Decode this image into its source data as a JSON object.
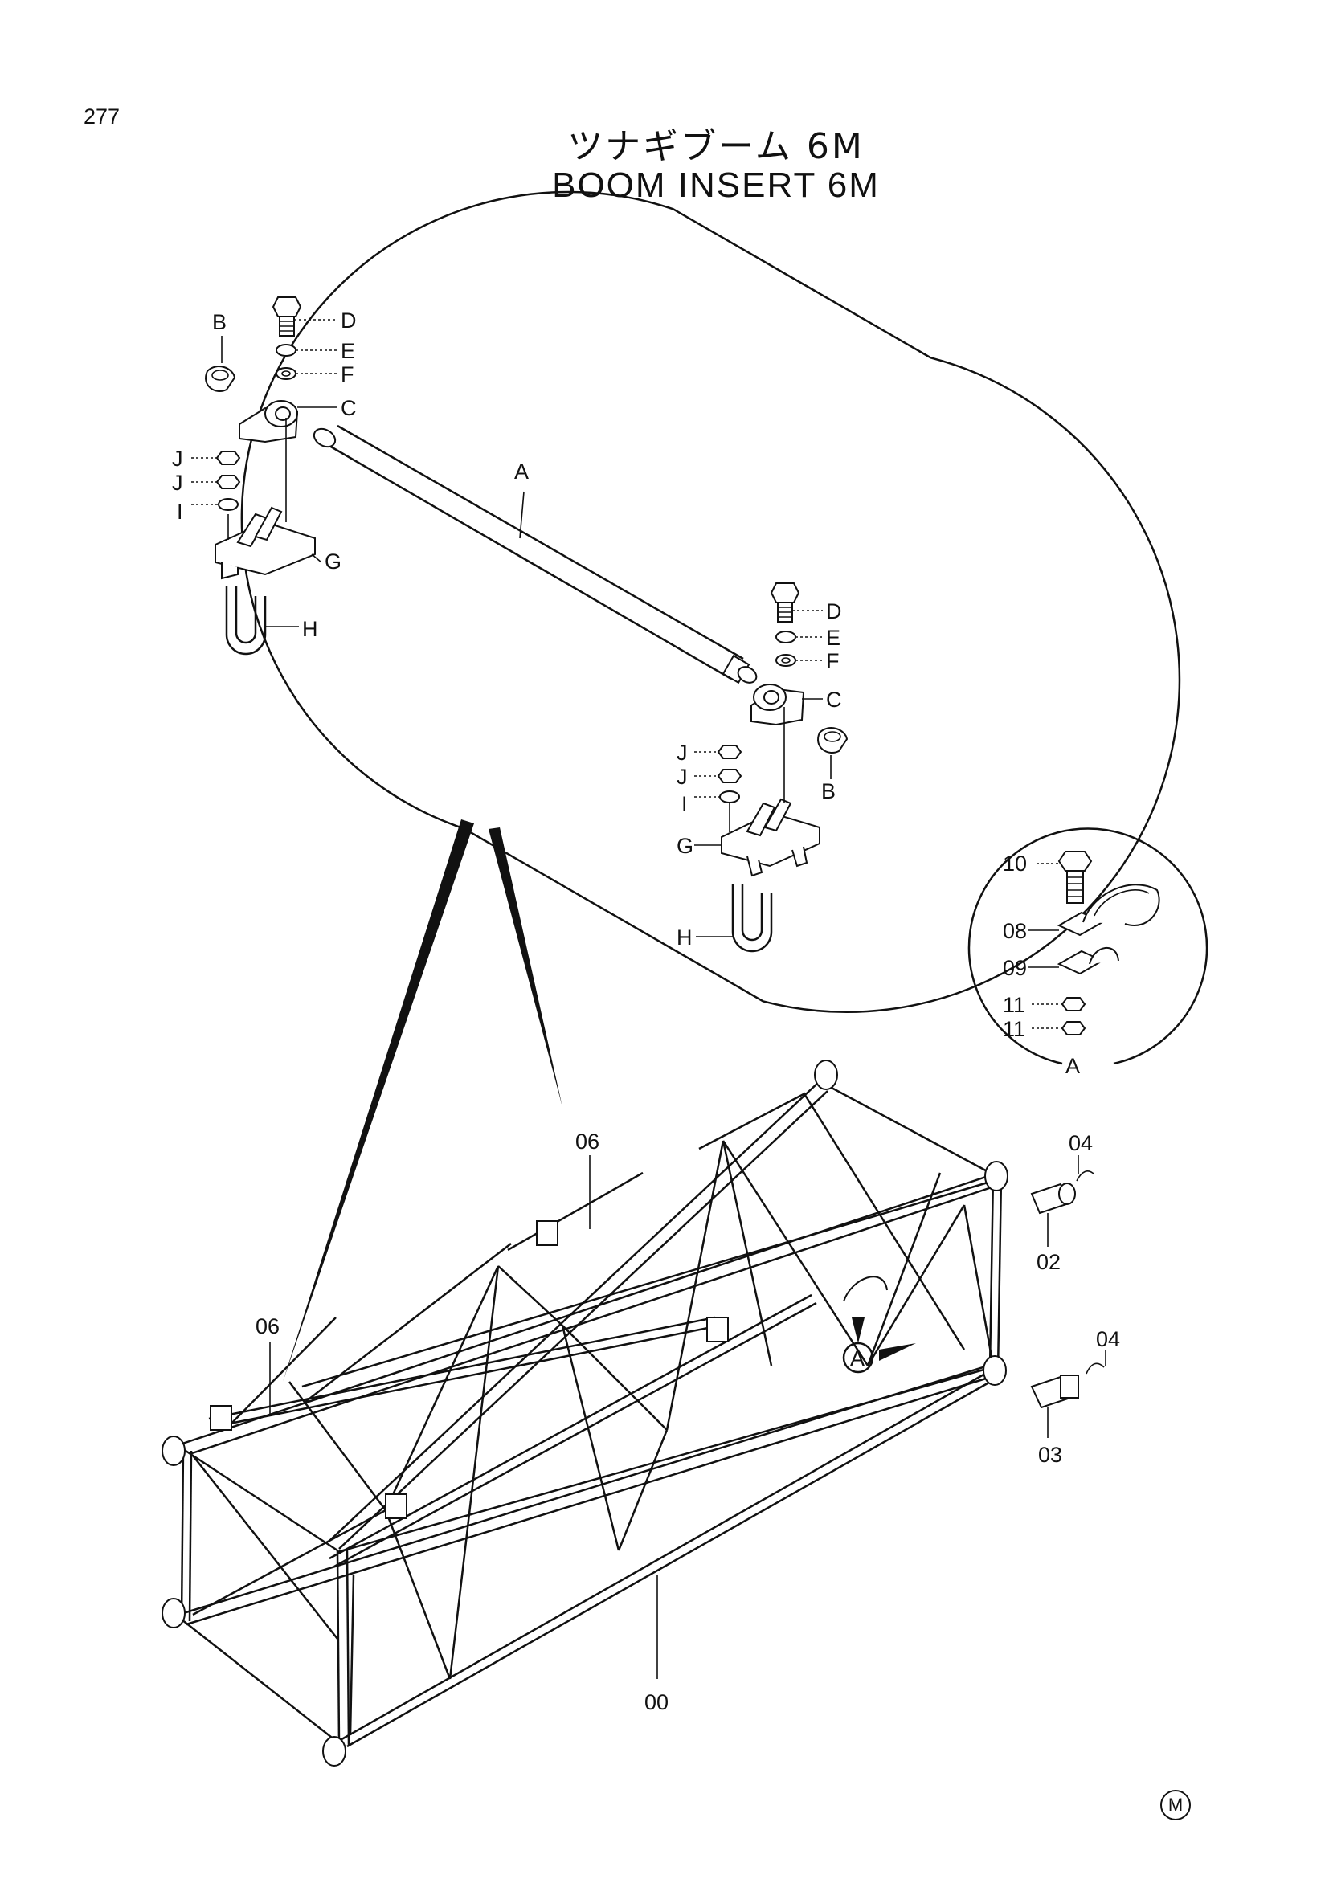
{
  "page_number": "277",
  "title_jp": "ツナギブーム 6M",
  "title_en": "BOOM INSERT 6M",
  "detail_labels": {
    "A": "A",
    "B": "B",
    "C": "C",
    "D": "D",
    "E": "E",
    "F": "F",
    "G": "G",
    "H": "H",
    "I": "I",
    "J": "J"
  },
  "pin_labels": {
    "p08": "08",
    "p09": "09",
    "p10": "10",
    "p11": "11",
    "view": "A"
  },
  "main_labels": {
    "p00": "00",
    "p02": "02",
    "p03": "03",
    "p04": "04",
    "p06": "06",
    "view_a": "A"
  },
  "mark": "M"
}
